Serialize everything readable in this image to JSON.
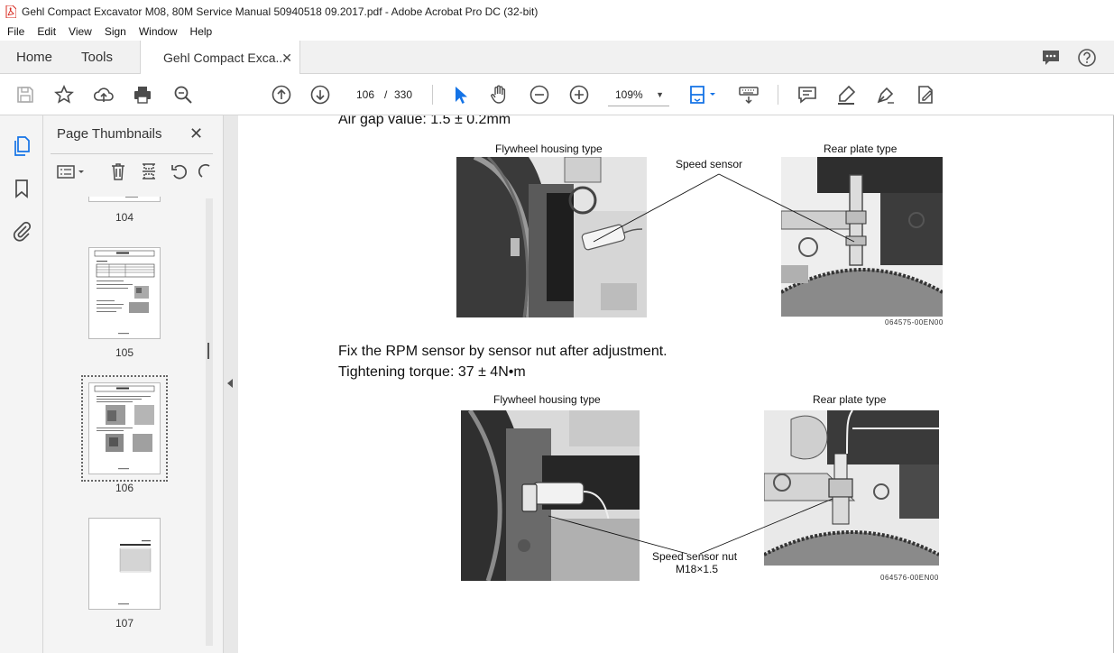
{
  "window": {
    "title": "Gehl Compact Excavator M08, 80M Service Manual 50940518 09.2017.pdf - Adobe Acrobat Pro DC (32-bit)"
  },
  "menu": {
    "items": [
      "File",
      "Edit",
      "View",
      "Sign",
      "Window",
      "Help"
    ]
  },
  "tabs": {
    "home": "Home",
    "tools": "Tools",
    "document": "Gehl Compact Exca...",
    "close_glyph": "✕"
  },
  "toolbar": {
    "current_page": "106",
    "page_separator": "/",
    "total_pages": "330",
    "zoom": "109%"
  },
  "thumb_panel": {
    "title": "Page Thumbnails",
    "close_glyph": "✕",
    "pages": [
      {
        "number": "104"
      },
      {
        "number": "105"
      },
      {
        "number": "106",
        "selected": true
      },
      {
        "number": "107"
      }
    ]
  },
  "document": {
    "line_air_gap": "Air gap value: 1.5 ± 0.2mm",
    "fig1": {
      "label_left": "Flywheel housing type",
      "label_right": "Rear plate type",
      "callout": "Speed sensor",
      "code": "064575-00EN00"
    },
    "line_fix": "Fix the RPM sensor by sensor nut after adjustment.",
    "line_torque": "Tightening torque: 37 ± 4N•m",
    "fig2": {
      "label_left": "Flywheel housing type",
      "label_right": "Rear plate type",
      "callout_line1": "Speed sensor nut",
      "callout_line2": "M18×1.5",
      "code": "064576-00EN00"
    }
  },
  "colors": {
    "acrobat_red": "#d7281e",
    "select_blue": "#1473e6",
    "icon_gray": "#4b4b4b"
  }
}
